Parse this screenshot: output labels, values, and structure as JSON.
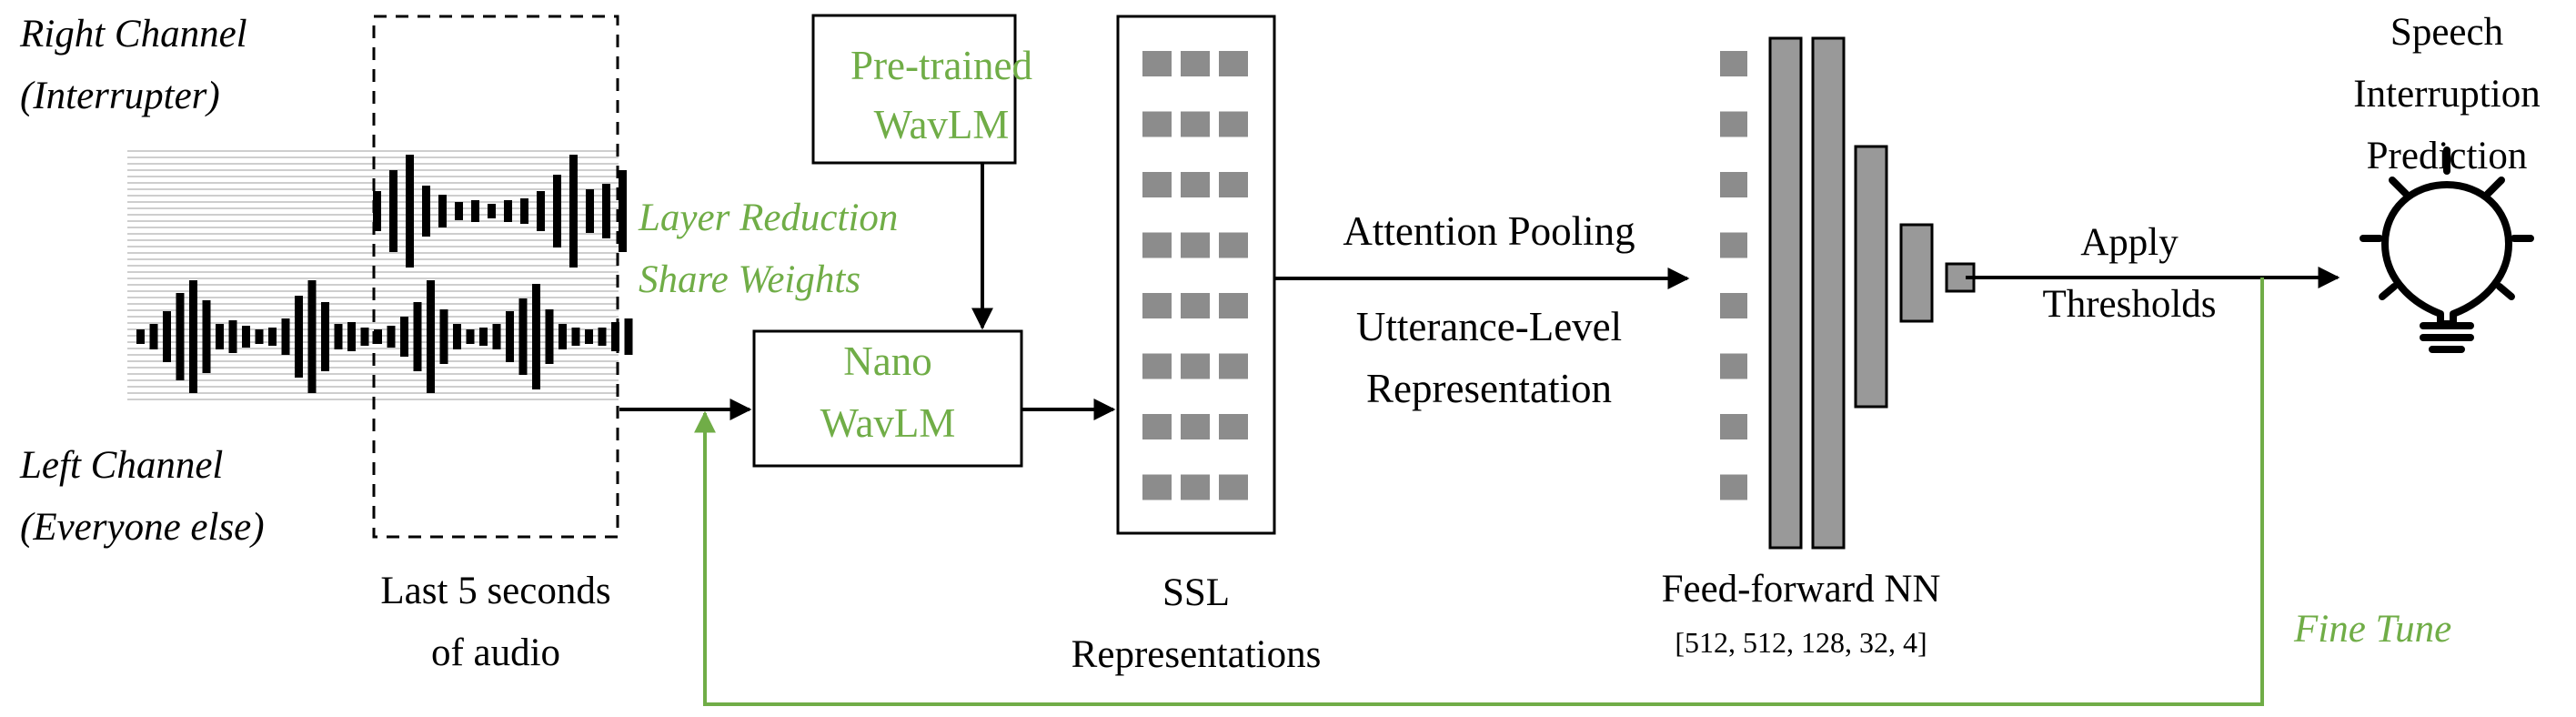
{
  "colors": {
    "accent_green": "#70ad47",
    "ink": "#000000",
    "block_gray": "#999999",
    "line_gray": "#bdbdbd"
  },
  "channels": {
    "right_line1": "Right Channel",
    "right_line2": "(Interrupter)",
    "left_line1": "Left Channel",
    "left_line2": "(Everyone else)"
  },
  "audio_window": {
    "line1": "Last 5 seconds",
    "line2": "of audio"
  },
  "layer_reduction": {
    "line1": "Layer Reduction",
    "line2": "Share Weights"
  },
  "pretrained": {
    "line1": "Pre-trained",
    "line2": "WavLM"
  },
  "nano": {
    "line1": "Nano",
    "line2": "WavLM"
  },
  "ssl": {
    "line1": "SSL",
    "line2": "Representations"
  },
  "pooling": {
    "label": "Attention Pooling"
  },
  "utterance": {
    "line1": "Utterance-Level",
    "line2": "Representation"
  },
  "ffnn": {
    "title": "Feed-forward NN",
    "sizes": "[512, 512, 128, 32, 4]"
  },
  "thresholds": {
    "line1": "Apply",
    "line2": "Thresholds"
  },
  "prediction": {
    "line1": "Speech",
    "line2": "Interruption",
    "line3": "Prediction",
    "icon": "lightbulb-icon"
  },
  "fine_tune": {
    "label": "Fine Tune"
  }
}
